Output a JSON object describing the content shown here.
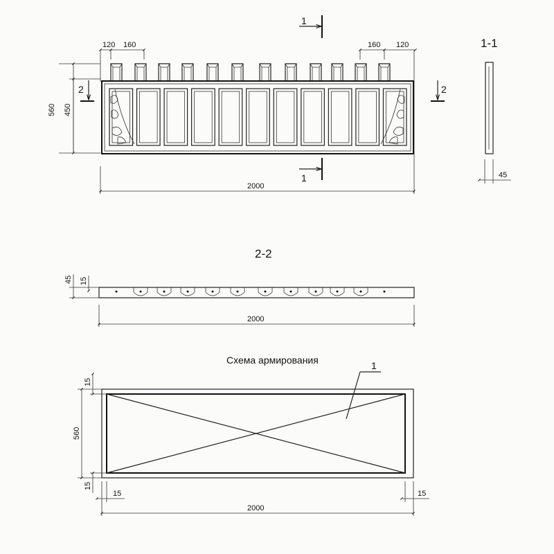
{
  "facade": {
    "post_count": 12,
    "panel_count": 11,
    "dim_width": "2000",
    "dim_height_total": "560",
    "dim_height_panel": "450",
    "dim_left_edge": "120",
    "dim_left_post": "160",
    "dim_right_post": "160",
    "dim_right_edge": "120",
    "section_1_label": "1",
    "section_2_label": "2"
  },
  "section_1_1": {
    "title": "1-1",
    "dim_thickness": "45"
  },
  "section_2_2": {
    "title": "2-2",
    "dim_thickness": "45",
    "dim_cover": "15",
    "dim_width": "2000"
  },
  "reinforcement": {
    "title": "Схема армирования",
    "callout": "1",
    "dim_height": "560",
    "dim_top_cover": "15",
    "dim_bottom_cover": "15",
    "dim_left_cover": "15",
    "dim_right_cover": "15",
    "dim_width": "2000"
  }
}
